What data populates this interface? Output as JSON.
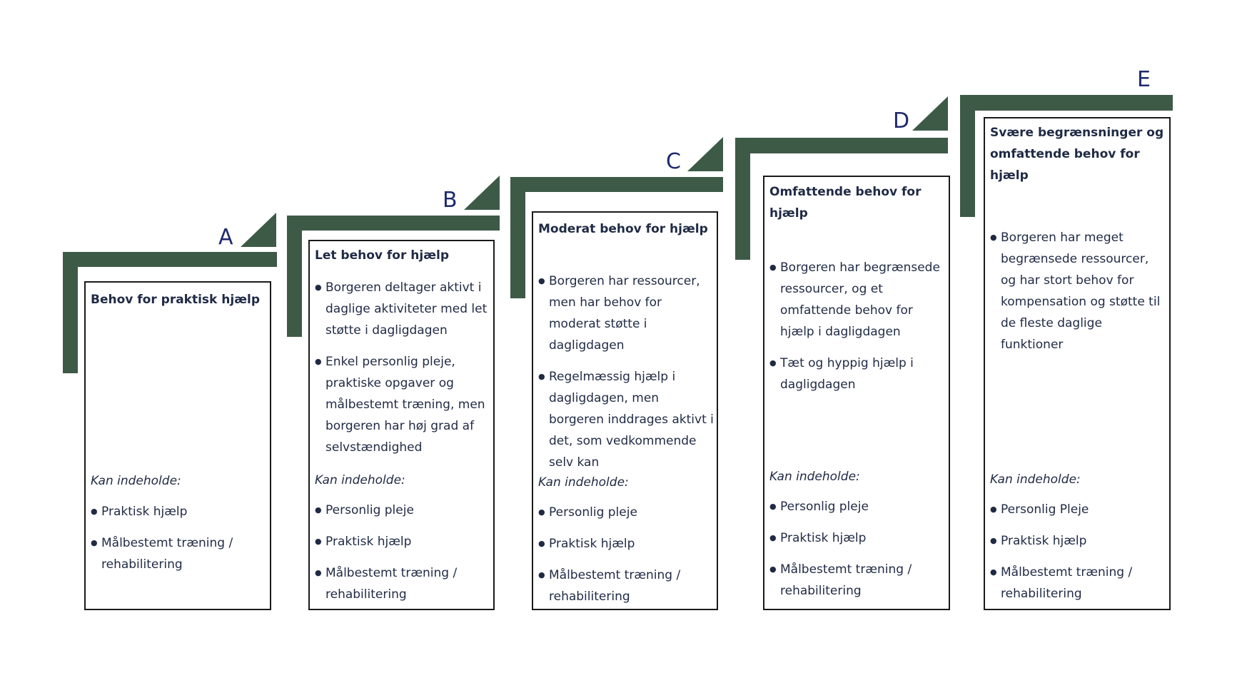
{
  "levels": [
    {
      "letter": "A",
      "title": "Behov for praktisk hjælp",
      "bullets": [],
      "contains_label": "Kan indeholde:",
      "contains": [
        "Praktisk hjælp",
        "Målbestemt træning / rehabilitering"
      ]
    },
    {
      "letter": "B",
      "title": "Let behov for hjælp",
      "bullets": [
        "Borgeren deltager aktivt i daglige aktiviteter med let støtte i dagligdagen",
        "Enkel personlig pleje, praktiske opgaver og målbestemt træning, men borgeren har høj grad af selvstændighed"
      ],
      "contains_label": "Kan indeholde:",
      "contains": [
        "Personlig pleje",
        "Praktisk hjælp",
        "Målbestemt træning / rehabilitering"
      ]
    },
    {
      "letter": "C",
      "title": "Moderat behov for hjælp",
      "bullets": [
        "Borgeren har ressourcer, men har behov for moderat støtte i dagligdagen",
        "Regelmæssig hjælp i dagligdagen, men borgeren inddrages aktivt i det, som vedkommende selv kan"
      ],
      "contains_label": "Kan indeholde:",
      "contains": [
        "Personlig pleje",
        "Praktisk hjælp",
        "Målbestemt træning / rehabilitering"
      ]
    },
    {
      "letter": "D",
      "title": "Omfattende behov for hjælp",
      "bullets": [
        "Borgeren har begrænsede ressourcer, og et omfattende behov for hjælp i dagligdagen",
        "Tæt og hyppig hjælp i dagligdagen"
      ],
      "contains_label": "Kan indeholde:",
      "contains": [
        "Personlig pleje",
        "Praktisk hjælp",
        "Målbestemt træning / rehabilitering"
      ]
    },
    {
      "letter": "E",
      "title": "Svære begrænsninger og omfattende behov for hjælp",
      "bullets": [
        "Borgeren har meget begrænsede ressourcer, og har stort behov for kompensation og støtte til de fleste daglige funktioner"
      ],
      "contains_label": "Kan indeholde:",
      "contains": [
        "Personlig Pleje",
        "Praktisk hjælp",
        "Målbestemt træning / rehabilitering"
      ]
    }
  ],
  "colors": {
    "step": "#3d5a47",
    "letter": "#1f2a6e",
    "text": "#1f2a44",
    "border": "#1a1a1a"
  }
}
